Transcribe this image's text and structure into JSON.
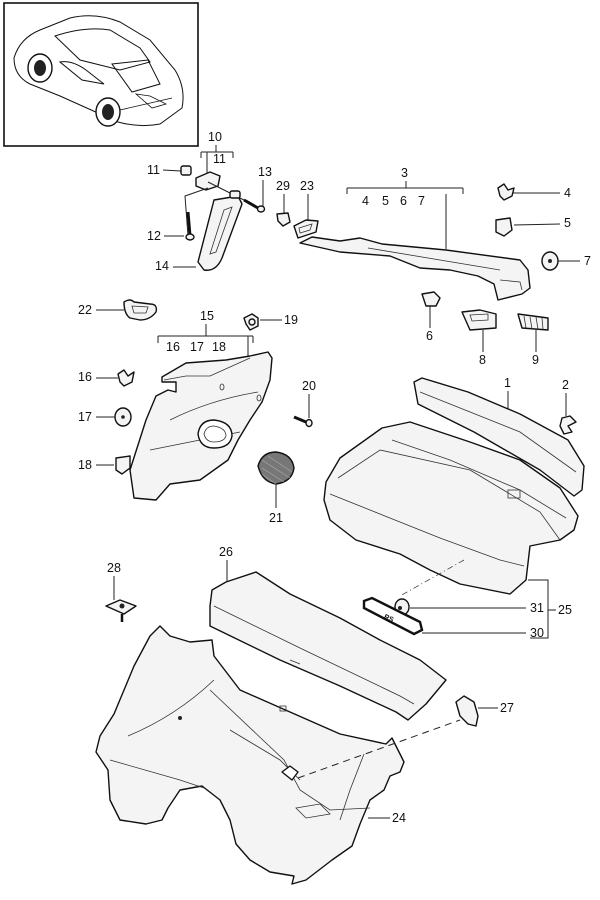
{
  "diagram": {
    "title_thumbnail": "vehicle-overview-thumbnail",
    "callouts": {
      "c1": "1",
      "c2": "2",
      "c3": "3",
      "c4": "4",
      "c5": "5",
      "c6": "6",
      "c7": "7",
      "c8": "8",
      "c9": "9",
      "c10": "10",
      "c11": "11",
      "c12": "12",
      "c13": "13",
      "c14": "14",
      "c15": "15",
      "c16": "16",
      "c17": "17",
      "c18": "18",
      "c19": "19",
      "c20": "20",
      "c21": "21",
      "c22": "22",
      "c23": "23",
      "c24": "24",
      "c25": "25",
      "c26": "26",
      "c27": "27",
      "c28": "28",
      "c29": "29",
      "c30": "30",
      "c31": "31"
    },
    "groups": {
      "g10_sub": "11",
      "g3_sub": [
        "4",
        "5",
        "6",
        "7"
      ],
      "g15_sub": [
        "16",
        "17",
        "18"
      ]
    },
    "badge_text": "RS"
  }
}
